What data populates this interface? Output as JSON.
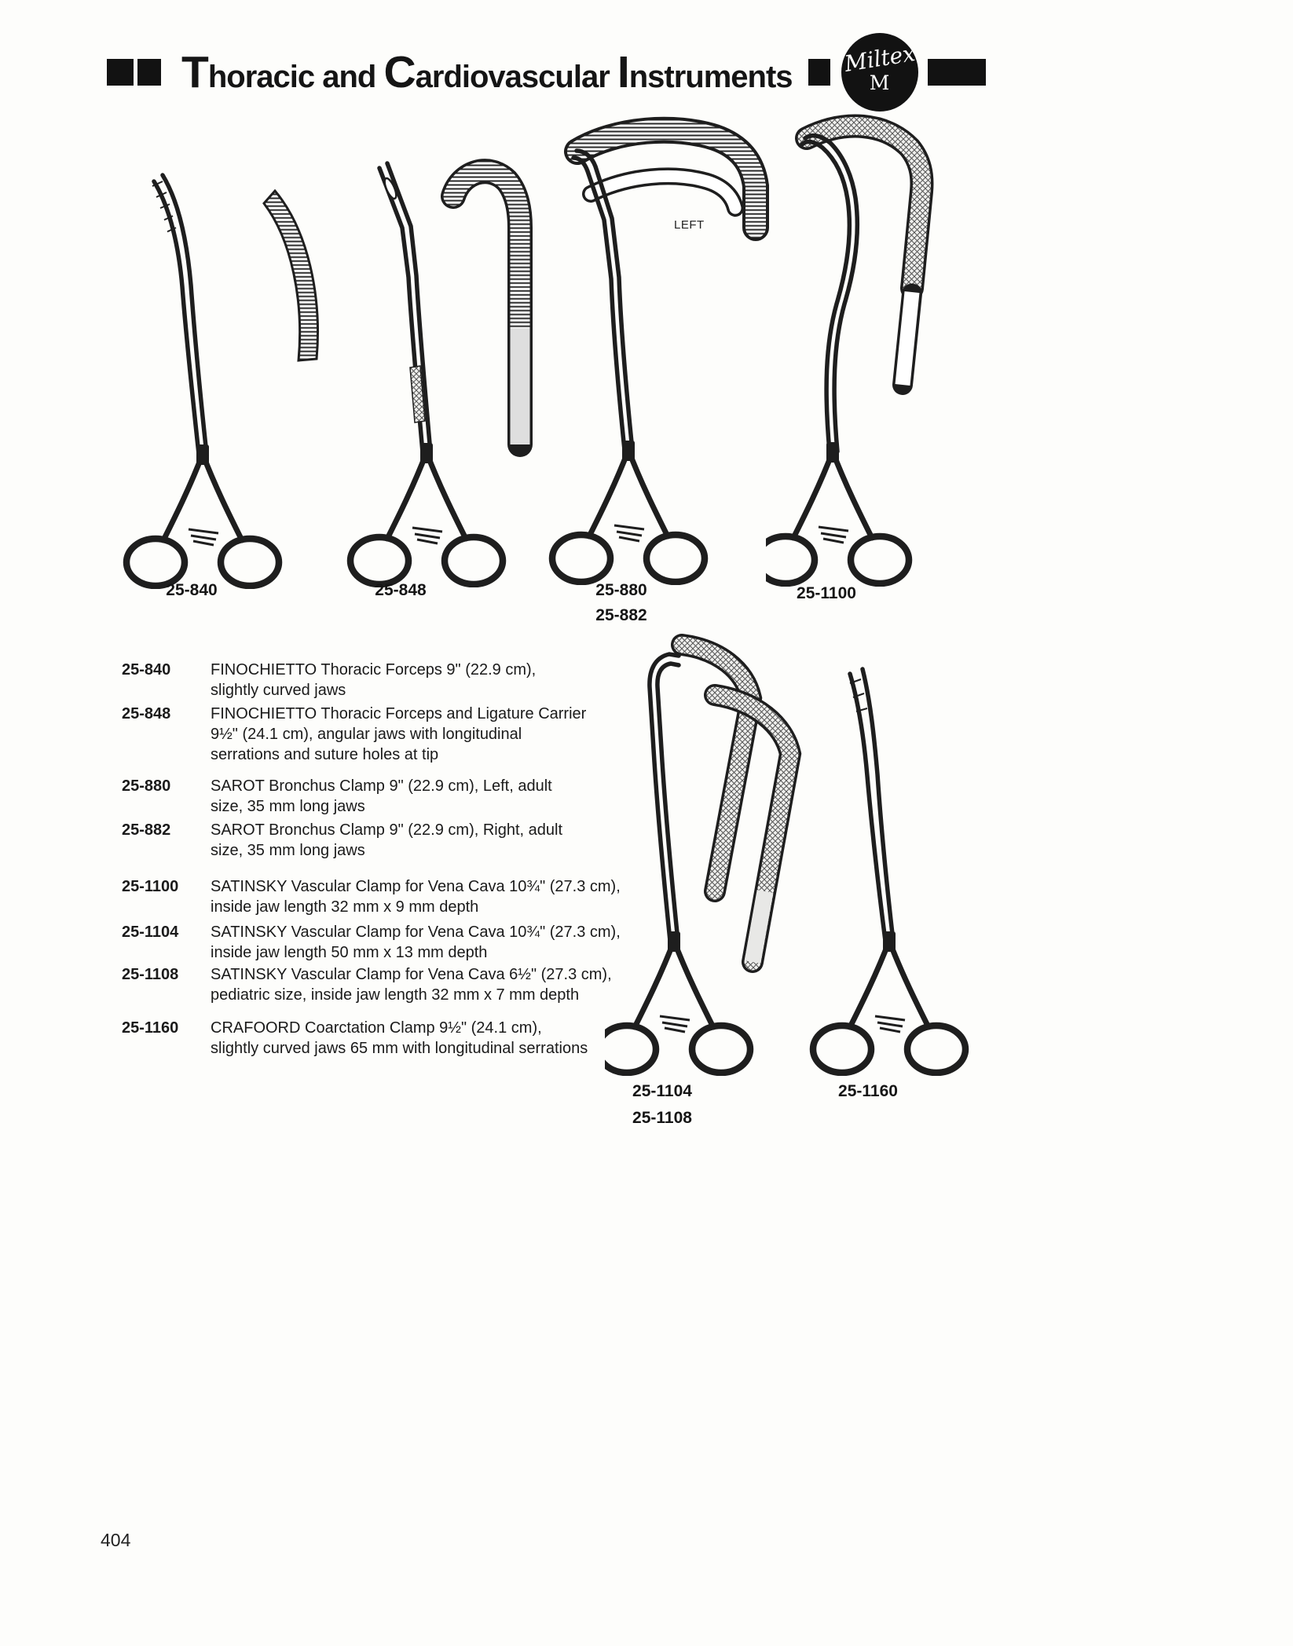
{
  "colors": {
    "ink": "#1a1a1a",
    "paper": "#fdfdfb",
    "header_bar": "#121212"
  },
  "header": {
    "title_segments": [
      {
        "cap": "T",
        "rest": "horacic and "
      },
      {
        "cap": "C",
        "rest": "ardiovascular "
      },
      {
        "cap": "I",
        "rest": "nstruments"
      }
    ],
    "logo": {
      "brand": "Miltex",
      "monogram": "M"
    }
  },
  "figures": {
    "labels": {
      "fig1": "25-840",
      "fig2": "25-848",
      "fig3a": "25-880",
      "fig3b": "25-882",
      "fig4": "25-1100",
      "fig5a": "25-1104",
      "fig5b": "25-1108",
      "fig6": "25-1160"
    },
    "annotations": {
      "left_jaw": "LEFT"
    }
  },
  "products": [
    {
      "code": "25-840",
      "lines": [
        "FINOCHIETTO Thoracic Forceps 9\" (22.9 cm),",
        "slightly curved jaws"
      ]
    },
    {
      "code": "25-848",
      "lines": [
        "FINOCHIETTO Thoracic Forceps and Ligature Carrier",
        "9½\" (24.1 cm), angular jaws with longitudinal",
        "serrations and suture holes at tip"
      ]
    },
    {
      "code": "25-880",
      "lines": [
        "SAROT Bronchus Clamp 9\" (22.9 cm), Left, adult",
        "size, 35 mm long jaws"
      ]
    },
    {
      "code": "25-882",
      "lines": [
        "SAROT Bronchus Clamp 9\" (22.9 cm), Right, adult",
        "size, 35 mm long jaws"
      ]
    },
    {
      "code": "25-1100",
      "lines": [
        "SATINSKY Vascular Clamp for Vena Cava 10¾\" (27.3 cm),",
        "inside jaw length 32 mm x 9 mm depth"
      ]
    },
    {
      "code": "25-1104",
      "lines": [
        "SATINSKY Vascular Clamp for Vena Cava 10¾\" (27.3 cm),",
        "inside jaw length 50 mm x 13 mm depth"
      ]
    },
    {
      "code": "25-1108",
      "lines": [
        "SATINSKY Vascular Clamp for Vena Cava  6½\" (27.3 cm),",
        "pediatric size, inside jaw length 32 mm x 7 mm depth"
      ]
    },
    {
      "code": "25-1160",
      "lines": [
        "CRAFOORD Coarctation Clamp 9½\" (24.1 cm),",
        "slightly curved jaws 65 mm with longitudinal serrations"
      ]
    }
  ],
  "page": {
    "number": "404"
  }
}
